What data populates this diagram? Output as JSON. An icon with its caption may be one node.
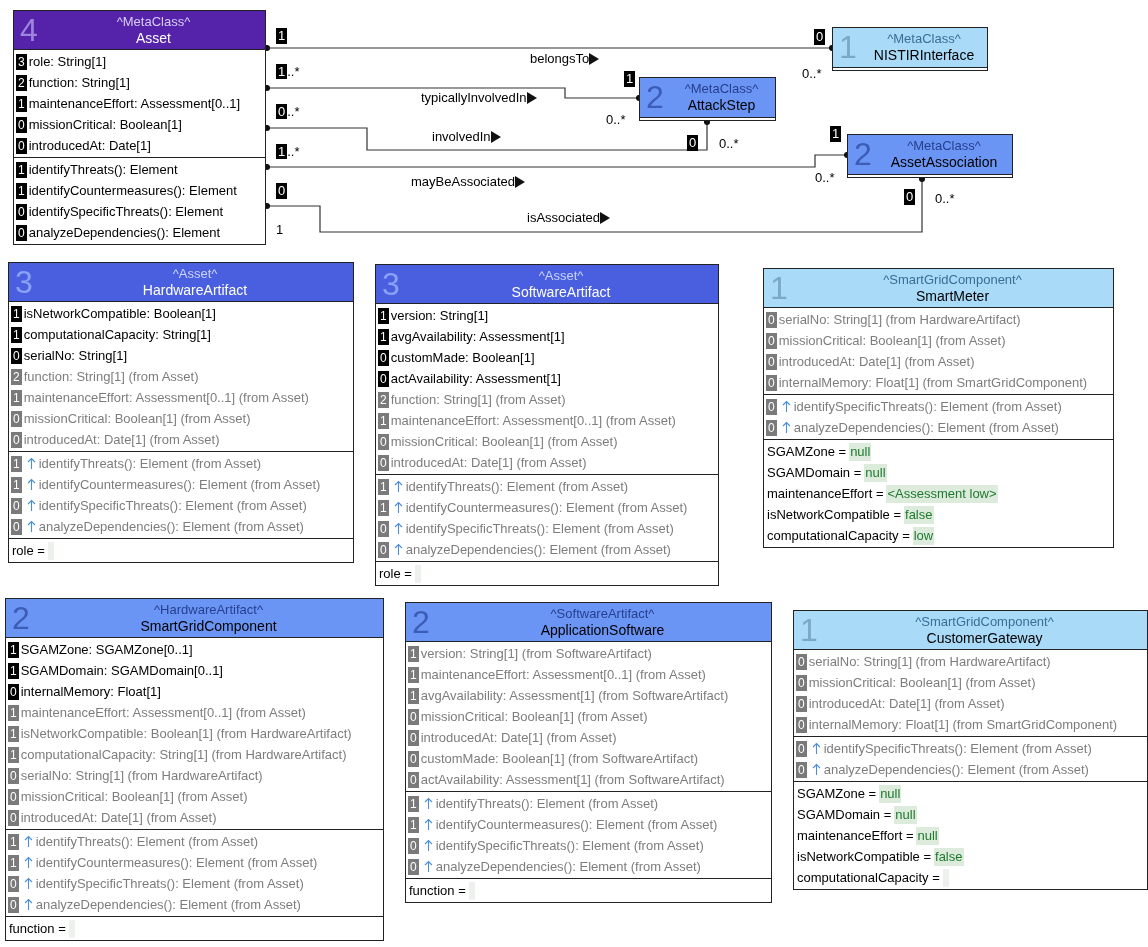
{
  "diagram": {
    "nodes": [
      {
        "text": [
          "4",
          "^MetaClass^",
          "Asset",
          "3",
          "role: String[1]",
          "2",
          "function: String[1]",
          "1",
          "maintenanceEffort: Assessment[0..1]",
          "0",
          "missionCritical: Boolean[1]",
          "0",
          "introducedAt: Date[1]",
          "1",
          "identifyThreats(): Element",
          "1",
          "identifyCountermeasures(): Element",
          "0",
          "identifySpecificThreats(): Element",
          "0",
          "analyzeDependencies(): Element"
        ]
      },
      {
        "text": [
          "1",
          "^MetaClass^",
          "NISTIRInterface"
        ]
      },
      {
        "text": [
          "2",
          "^MetaClass^",
          "AttackStep"
        ]
      },
      {
        "text": [
          "2",
          "^MetaClass^",
          "AssetAssociation"
        ]
      },
      {
        "text": [
          "3",
          "^Asset^",
          "HardwareArtifact",
          "1",
          "isNetworkCompatible: Boolean[1]",
          "1",
          "computationalCapacity: String[1]",
          "0",
          "serialNo: String[1]",
          "2",
          "function: String[1] (from Asset)",
          "1",
          "maintenanceEffort: Assessment[0..1] (from Asset)",
          "0",
          "missionCritical: Boolean[1] (from Asset)",
          "0",
          "introducedAt: Date[1] (from Asset)",
          "1",
          "identifyThreats(): Element (from Asset)",
          "1",
          "identifyCountermeasures(): Element (from Asset)",
          "0",
          "identifySpecificThreats(): Element (from Asset)",
          "0",
          "analyzeDependencies(): Element (from Asset)",
          "role ="
        ]
      },
      {
        "text": [
          "3",
          "^Asset^",
          "SoftwareArtifact",
          "1",
          "version: String[1]",
          "1",
          "avgAvailability: Assessment[1]",
          "0",
          "customMade: Boolean[1]",
          "0",
          "actAvailability: Assessment[1]",
          "2",
          "function: String[1] (from Asset)",
          "1",
          "maintenanceEffort: Assessment[0..1] (from Asset)",
          "0",
          "missionCritical: Boolean[1] (from Asset)",
          "0",
          "introducedAt: Date[1] (from Asset)",
          "1",
          "identifyThreats(): Element (from Asset)",
          "1",
          "identifyCountermeasures(): Element (from Asset)",
          "0",
          "identifySpecificThreats(): Element (from Asset)",
          "0",
          "analyzeDependencies(): Element (from Asset)",
          "role ="
        ]
      },
      {
        "text": [
          "1",
          "^SmartGridComponent^",
          "SmartMeter",
          "0",
          "serialNo: String[1] (from HardwareArtifact)",
          "0",
          "missionCritical: Boolean[1] (from Asset)",
          "0",
          "introducedAt: Date[1] (from Asset)",
          "0",
          "internalMemory: Float[1] (from SmartGridComponent)",
          "0",
          "identifySpecificThreats(): Element (from Asset)",
          "0",
          "analyzeDependencies(): Element (from Asset)",
          "SGAMZone =",
          "null",
          "SGAMDomain =",
          "null",
          "maintenanceEffort =",
          "<Assessment low>",
          "isNetworkCompatible =",
          "false",
          "computationalCapacity =",
          "low"
        ]
      },
      {
        "text": [
          "2",
          "^HardwareArtifact^",
          "SmartGridComponent",
          "1",
          "SGAMZone: SGAMZone[0..1]",
          "1",
          "SGAMDomain: SGAMDomain[0..1]",
          "0",
          "internalMemory: Float[1]",
          "1",
          "maintenanceEffort: Assessment[0..1] (from Asset)",
          "1",
          "isNetworkCompatible: Boolean[1] (from HardwareArtifact)",
          "1",
          "computationalCapacity: String[1] (from HardwareArtifact)",
          "0",
          "serialNo: String[1] (from HardwareArtifact)",
          "0",
          "missionCritical: Boolean[1] (from Asset)",
          "0",
          "introducedAt: Date[1] (from Asset)",
          "1",
          "identifyThreats(): Element (from Asset)",
          "1",
          "identifyCountermeasures(): Element (from Asset)",
          "0",
          "identifySpecificThreats(): Element (from Asset)",
          "0",
          "analyzeDependencies(): Element (from Asset)",
          "function ="
        ]
      },
      {
        "text": [
          "2",
          "^SoftwareArtifact^",
          "ApplicationSoftware",
          "1",
          "version: String[1] (from SoftwareArtifact)",
          "1",
          "maintenanceEffort: Assessment[0..1] (from Asset)",
          "1",
          "avgAvailability: Assessment[1] (from SoftwareArtifact)",
          "0",
          "missionCritical: Boolean[1] (from Asset)",
          "0",
          "introducedAt: Date[1] (from Asset)",
          "0",
          "customMade: Boolean[1] (from SoftwareArtifact)",
          "0",
          "actAvailability: Assessment[1] (from SoftwareArtifact)",
          "1",
          "identifyThreats(): Element (from Asset)",
          "1",
          "identifyCountermeasures(): Element (from Asset)",
          "0",
          "identifySpecificThreats(): Element (from Asset)",
          "0",
          "analyzeDependencies(): Element (from Asset)",
          "function ="
        ]
      },
      {
        "text": [
          "1",
          "^SmartGridComponent^",
          "CustomerGateway",
          "0",
          "serialNo: String[1] (from HardwareArtifact)",
          "0",
          "missionCritical: Boolean[1] (from Asset)",
          "0",
          "introducedAt: Date[1] (from Asset)",
          "0",
          "internalMemory: Float[1] (from SmartGridComponent)",
          "0",
          "identifySpecificThreats(): Element (from Asset)",
          "0",
          "analyzeDependencies(): Element (from Asset)",
          "SGAMZone =",
          "null",
          "SGAMDomain =",
          "null",
          "maintenanceEffort =",
          "null",
          "isNetworkCompatible =",
          "false",
          "computationalCapacity ="
        ]
      }
    ],
    "edges": [
      {
        "from": 0,
        "to": 1,
        "arrow": "other",
        "label": "belongsTo"
      },
      {
        "from": 0,
        "to": 2,
        "arrow": "other",
        "label": "typicallyInvolvedIn"
      },
      {
        "from": 0,
        "to": 2,
        "arrow": "other",
        "label": "involvedIn"
      },
      {
        "from": 0,
        "to": 3,
        "arrow": "other",
        "label": "mayBeAssociated"
      },
      {
        "from": 0,
        "to": 3,
        "arrow": "other",
        "label": "isAssociated"
      }
    ],
    "labels": [
      "1",
      "0",
      "1..*",
      "0..*",
      "1",
      "0..*",
      "0..*",
      "1",
      "0",
      "0..*",
      "1..*",
      "0..*",
      "0",
      "0",
      "0..*",
      "1"
    ]
  }
}
